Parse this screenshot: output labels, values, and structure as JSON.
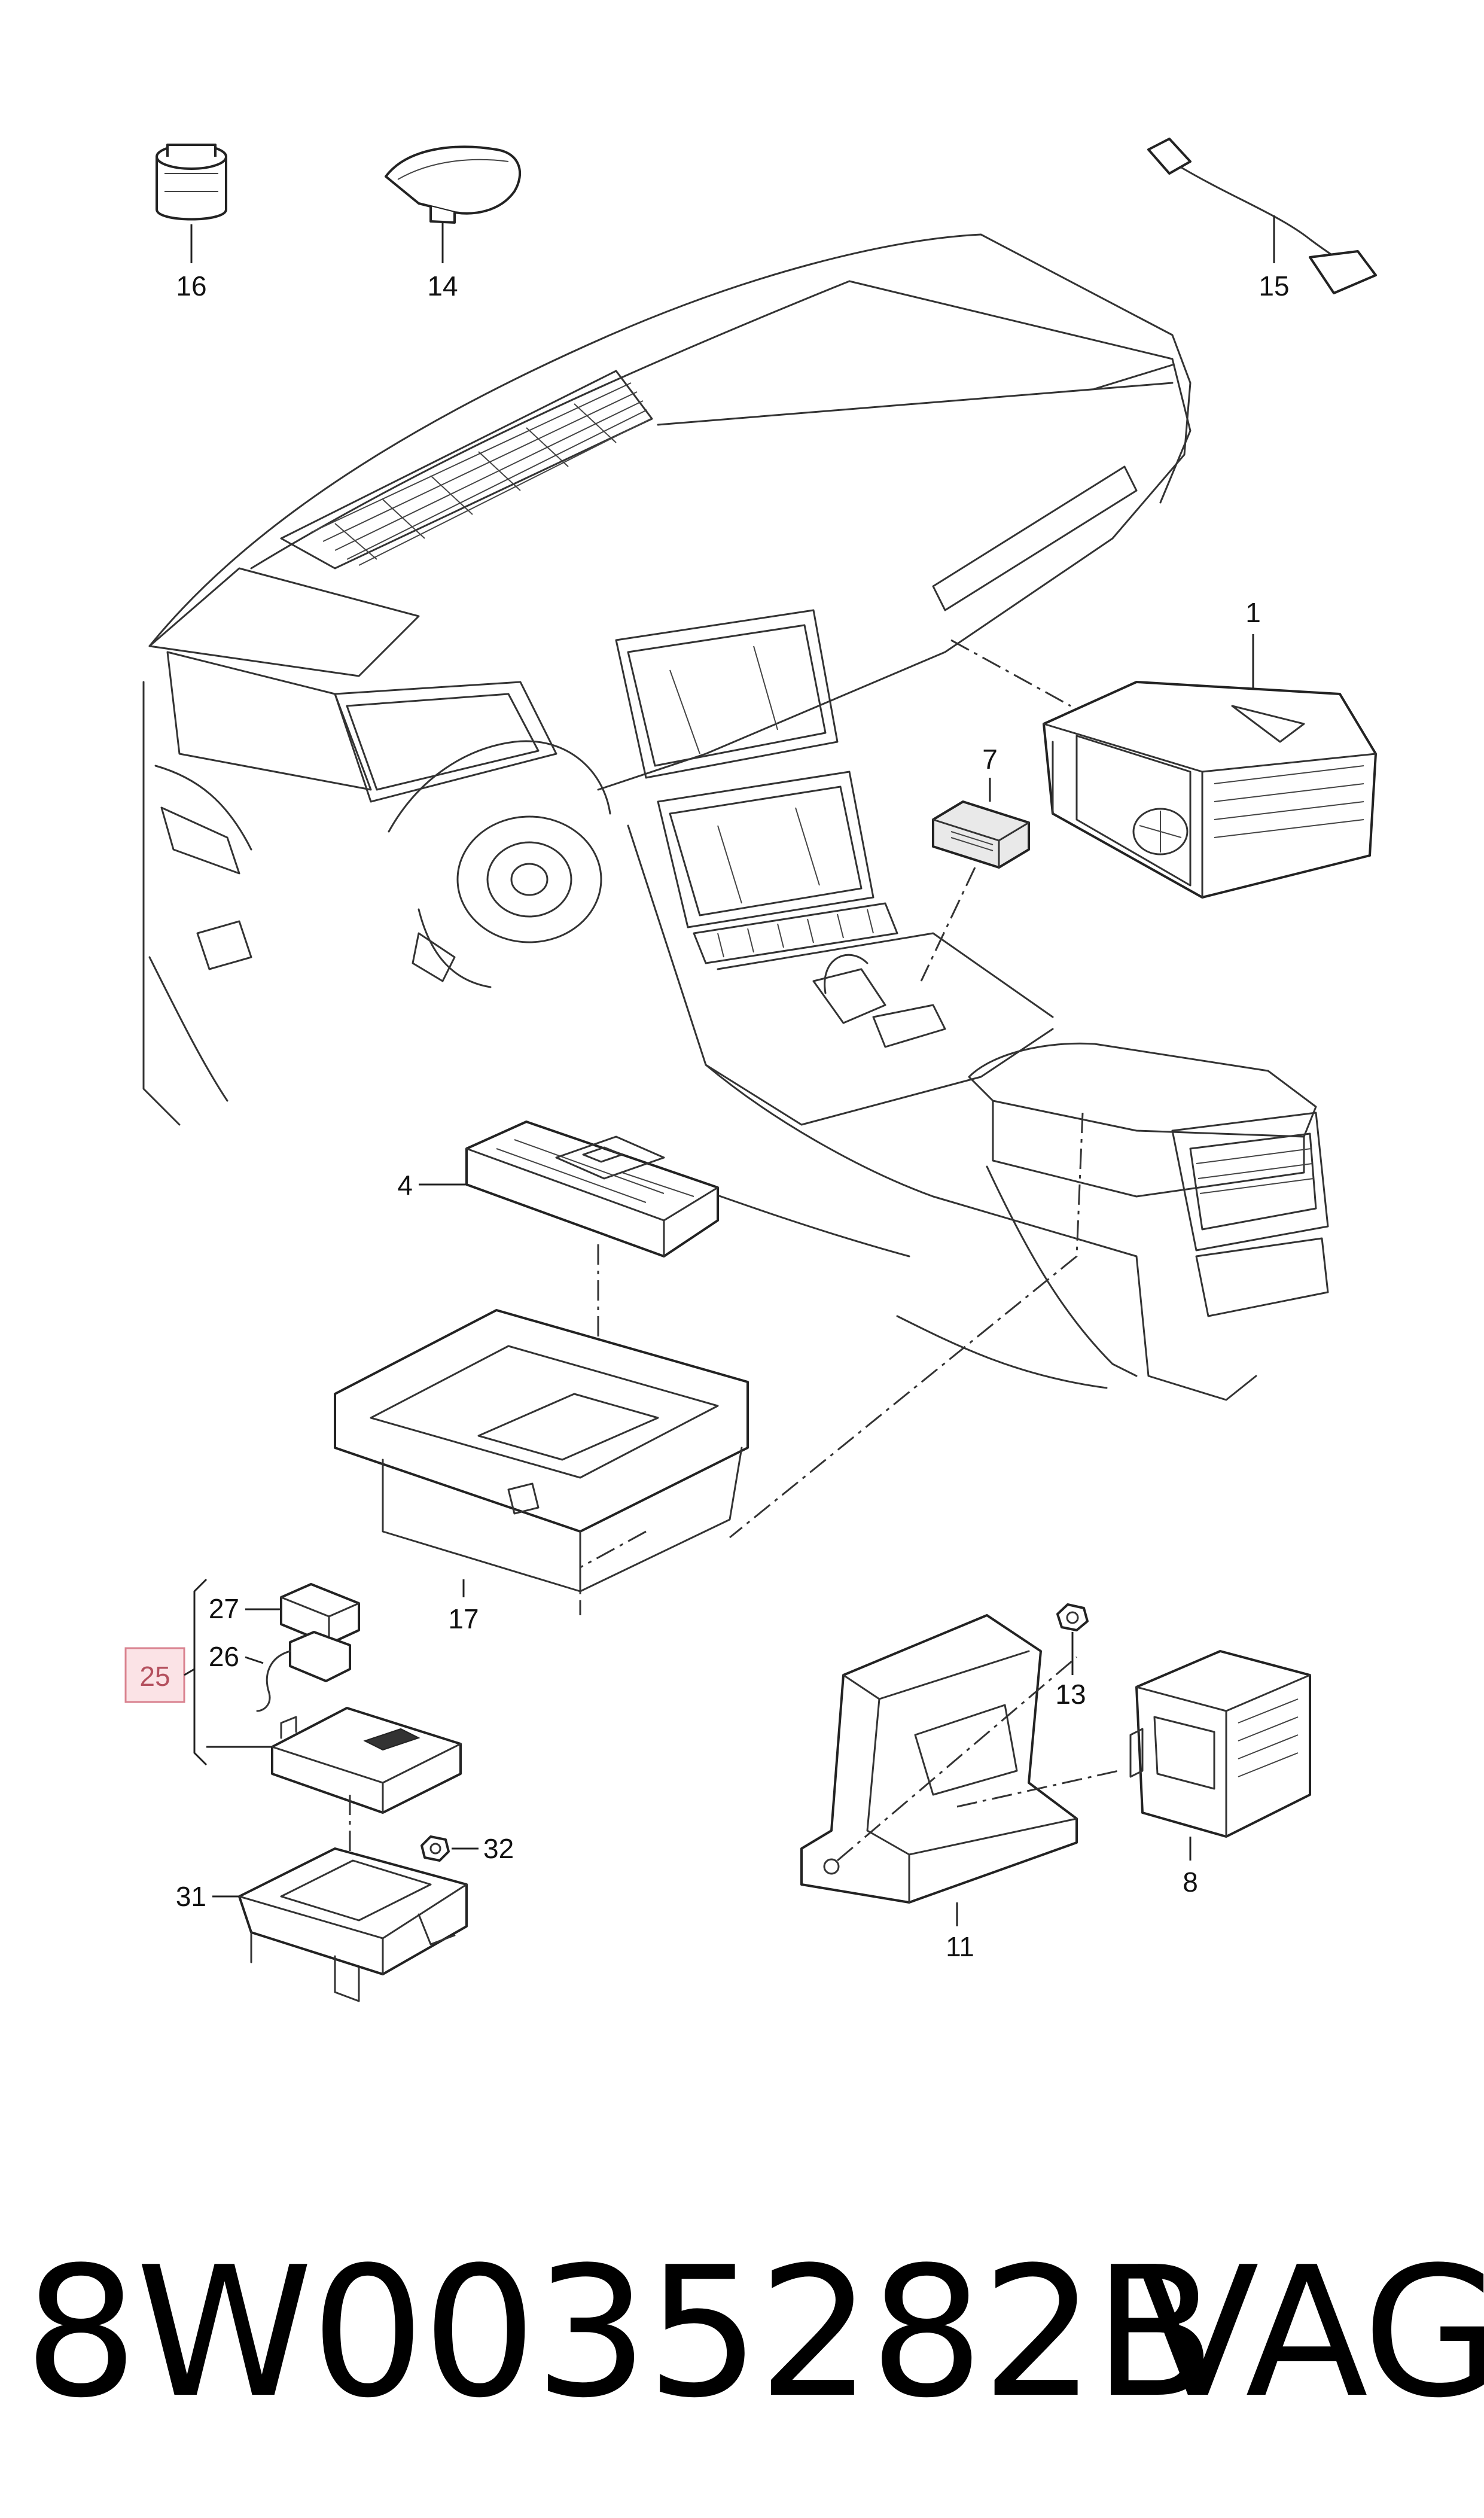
{
  "diagram": {
    "callouts": {
      "c1": "1",
      "c4": "4",
      "c7": "7",
      "c8": "8",
      "c11": "11",
      "c13": "13",
      "c14": "14",
      "c15": "15",
      "c16": "16",
      "c17": "17",
      "c25": "25",
      "c26": "26",
      "c27": "27",
      "c31": "31",
      "c32": "32"
    },
    "highlight_color": "#d9828f",
    "line_color": "#222222"
  },
  "footer": {
    "part_number": "8W0035282B",
    "brand": "VAG"
  }
}
